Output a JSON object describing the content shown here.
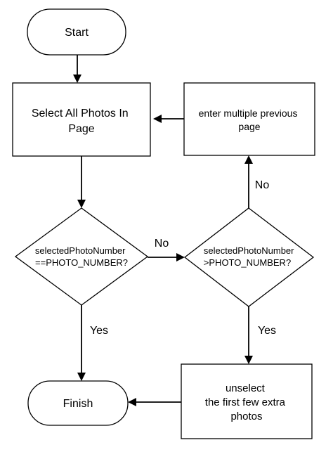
{
  "nodes": {
    "start": {
      "shape": "terminal",
      "lines": [
        "Start"
      ]
    },
    "select_all": {
      "shape": "process",
      "lines": [
        "Select All Photos In",
        "Page"
      ]
    },
    "enter_previous": {
      "shape": "process",
      "lines": [
        "enter multiple previous",
        "page"
      ]
    },
    "check_equal": {
      "shape": "decision",
      "lines": [
        "selectedPhotoNumber",
        "==PHOTO_NUMBER?"
      ]
    },
    "check_greater": {
      "shape": "decision",
      "lines": [
        "selectedPhotoNumber",
        ">PHOTO_NUMBER?"
      ]
    },
    "finish": {
      "shape": "terminal",
      "lines": [
        "Finish"
      ]
    },
    "unselect": {
      "shape": "process",
      "lines": [
        "unselect",
        "the first few extra",
        "photos"
      ]
    }
  },
  "edges": [
    {
      "from": "start",
      "to": "select_all",
      "label": ""
    },
    {
      "from": "select_all",
      "to": "check_equal",
      "label": ""
    },
    {
      "from": "check_equal",
      "to": "check_greater",
      "label": "No"
    },
    {
      "from": "check_equal",
      "to": "finish",
      "label": "Yes"
    },
    {
      "from": "check_greater",
      "to": "enter_previous",
      "label": "No"
    },
    {
      "from": "check_greater",
      "to": "unselect",
      "label": "Yes"
    },
    {
      "from": "enter_previous",
      "to": "select_all",
      "label": ""
    },
    {
      "from": "unselect",
      "to": "finish",
      "label": ""
    }
  ]
}
